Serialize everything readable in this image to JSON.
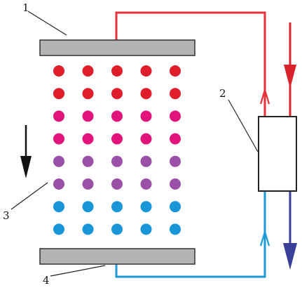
{
  "labels": {
    "top_plate": "1",
    "device": "2",
    "particles": "3",
    "bottom_plate": "4"
  },
  "colors": {
    "plate_fill": "#b4b4b4",
    "plate_stroke": "#333333",
    "hot_pipe": "#e8323c",
    "cold_pipe": "#1b9ad6",
    "inlet_arrow": "#d8222c",
    "outlet_arrow": "#3a3f9a",
    "leader_line": "#222222",
    "flow_arrow": "#111111"
  },
  "particle_grid": {
    "columns": 5,
    "row_colors": [
      "#e01d2a",
      "#e01d2a",
      "#e0147a",
      "#e0147a",
      "#9a50a6",
      "#9a50a6",
      "#1996d8",
      "#1996d8"
    ]
  }
}
